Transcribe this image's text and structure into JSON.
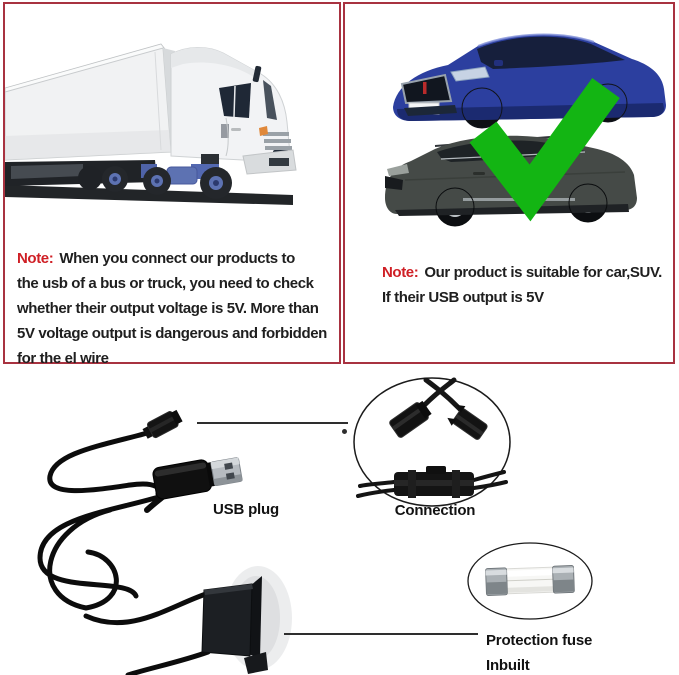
{
  "colors": {
    "box_border": "#a83240",
    "note_red": "#cf1f25",
    "text_dark": "#1f1f1f",
    "check_green": "#13b513",
    "wheel_hub_blue": "#5d72b2"
  },
  "panels": {
    "truck": {
      "image": "white-semi-truck-illustration",
      "note_prefix": "Note:",
      "note_lines": [
        "When you connect our products to",
        "the usb of a bus or truck, you need to check",
        "whether their output voltage is 5V. More than",
        "5V voltage output is dangerous and forbidden",
        "for the el wire"
      ]
    },
    "cars": {
      "images": [
        "blue-sedan-car-photo",
        "dark-gray-suv-photo",
        "green-check-icon"
      ],
      "note_prefix": "Note:",
      "note_lines": [
        "Our product is suitable for car,SUV.",
        "If their USB output is 5V"
      ]
    }
  },
  "bottom": {
    "usb_plug_label": "USB plug",
    "connection_label": "Connection",
    "protection_fuse_label_line1": "Protection fuse",
    "protection_fuse_label_line2": "Inbuilt",
    "images": {
      "cable": "usb-el-wire-cable-photo",
      "sm_connector": "sm-connector-photo",
      "usb": "usb-a-plug-photo",
      "inverter": "el-wire-inverter-box-photo",
      "connection_pair": "sm-connectors-connection-photo",
      "fuse": "glass-tube-fuse-photo"
    }
  }
}
